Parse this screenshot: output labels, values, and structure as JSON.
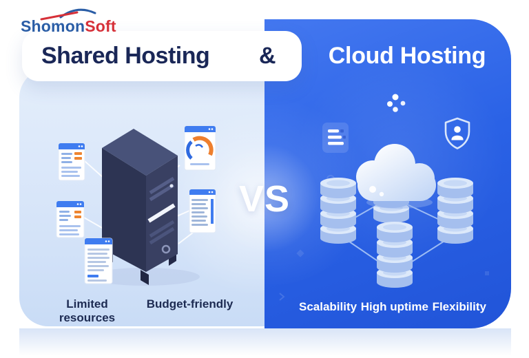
{
  "brand": {
    "name_primary": "Shomon",
    "name_secondary": "Soft"
  },
  "comparison": {
    "left": {
      "title": "Shared Hosting",
      "features": [
        "Limited resources",
        "Budget-friendly"
      ]
    },
    "connector": "&",
    "versus": "VS",
    "right": {
      "title": "Cloud Hosting",
      "features": [
        "Scalability",
        "High uptime",
        "Flexibility"
      ]
    }
  },
  "icons": [
    "logo-swoosh-icon",
    "server-tower-icon",
    "browser-card-icon",
    "gauge-card-icon",
    "cloud-icon",
    "database-stack-icon",
    "network-lines-icon",
    "shield-user-icon",
    "list-icon",
    "dots-cluster-icon"
  ],
  "colors": {
    "right_panel_blue": "#2a62e6",
    "left_panel_blue": "#dbe8fa",
    "navy_text": "#1a2757",
    "brand_blue": "#2a5da6",
    "brand_red": "#d63038",
    "accent_orange": "#ee8531",
    "card_header_blue": "#3f7cf0",
    "white": "#ffffff"
  }
}
